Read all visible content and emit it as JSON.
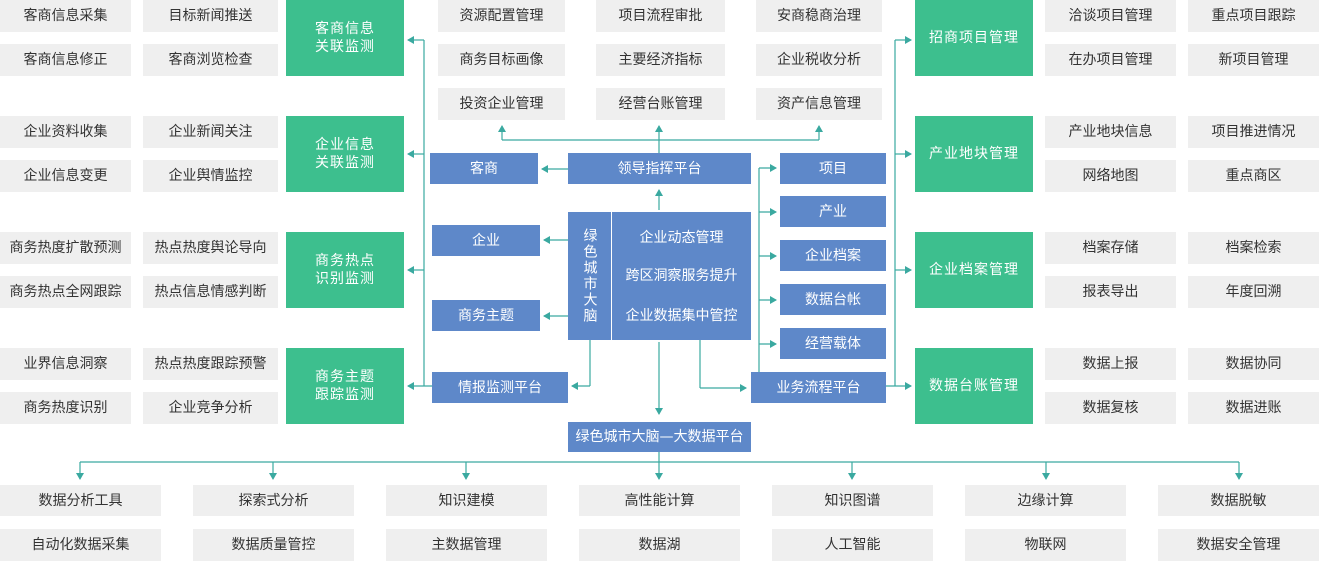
{
  "colors": {
    "green": "#3dbf8e",
    "blue": "#5e88c9",
    "gray": "#efefef",
    "line": "#3aa9a0"
  },
  "left_groups": [
    {
      "title": [
        "客商信息",
        "关联监测"
      ],
      "items": [
        [
          "客商信息采集",
          "目标新闻推送"
        ],
        [
          "客商信息修正",
          "客商浏览检查"
        ]
      ]
    },
    {
      "title": [
        "企业信息",
        "关联监测"
      ],
      "items": [
        [
          "企业资料收集",
          "企业新闻关注"
        ],
        [
          "企业信息变更",
          "企业舆情监控"
        ]
      ]
    },
    {
      "title": [
        "商务热点",
        "识别监测"
      ],
      "items": [
        [
          "商务热度扩散预测",
          "热点热度舆论导向"
        ],
        [
          "商务热点全网跟踪",
          "热点信息情感判断"
        ]
      ]
    },
    {
      "title": [
        "商务主题",
        "跟踪监测"
      ],
      "items": [
        [
          "业界信息洞察",
          "热点热度跟踪预警"
        ],
        [
          "商务热度识别",
          "企业竞争分析"
        ]
      ]
    }
  ],
  "right_groups": [
    {
      "title": "招商项目管理",
      "items": [
        [
          "洽谈项目管理",
          "重点项目跟踪"
        ],
        [
          "在办项目管理",
          "新项目管理"
        ]
      ]
    },
    {
      "title": "产业地块管理",
      "items": [
        [
          "产业地块信息",
          "项目推进情况"
        ],
        [
          "网络地图",
          "重点商区"
        ]
      ]
    },
    {
      "title": "企业档案管理",
      "items": [
        [
          "档案存储",
          "档案检索"
        ],
        [
          "报表导出",
          "年度回溯"
        ]
      ]
    },
    {
      "title": "数据台账管理",
      "items": [
        [
          "数据上报",
          "数据协同"
        ],
        [
          "数据复核",
          "数据进账"
        ]
      ]
    }
  ],
  "top_center": [
    [
      "资源配置管理",
      "项目流程审批",
      "安商稳商治理"
    ],
    [
      "商务目标画像",
      "主要经济指标",
      "企业税收分析"
    ],
    [
      "投资企业管理",
      "经营台账管理",
      "资产信息管理"
    ]
  ],
  "center": {
    "leader": "领导指挥平台",
    "brain_vertical": "绿色城市大脑",
    "brain_items": [
      "企业动态管理",
      "跨区洞察服务提升",
      "企业数据集中管控"
    ],
    "left_blue": [
      "客商",
      "企业",
      "商务主题"
    ],
    "intel": "情报监测平台",
    "right_blue": [
      "项目",
      "产业",
      "企业档案",
      "数据台帐",
      "经营载体"
    ],
    "business": "业务流程平台",
    "bigdata": "绿色城市大脑—大数据平台"
  },
  "bottom": [
    [
      "数据分析工具",
      "自动化数据采集"
    ],
    [
      "探索式分析",
      "数据质量管控"
    ],
    [
      "知识建模",
      "主数据管理"
    ],
    [
      "高性能计算",
      "数据湖"
    ],
    [
      "知识图谱",
      "人工智能"
    ],
    [
      "边缘计算",
      "物联网"
    ],
    [
      "数据脱敏",
      "数据安全管理"
    ]
  ]
}
